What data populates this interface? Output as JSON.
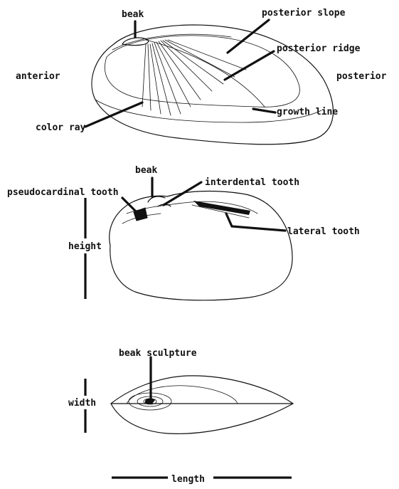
{
  "labels": {
    "top_view": {
      "beak": "beak",
      "posterior_slope": "posterior slope",
      "posterior_ridge": "posterior ridge",
      "anterior": "anterior",
      "posterior": "posterior",
      "growth_line": "growth line",
      "color_ray": "color ray"
    },
    "inner_view": {
      "beak": "beak",
      "interdental_tooth": "interdental tooth",
      "pseudocardinal_tooth": "pseudocardinal tooth",
      "lateral_tooth": "lateral tooth",
      "height": "height"
    },
    "dorsal_view": {
      "beak_sculpture": "beak sculpture",
      "width": "width",
      "length": "length"
    }
  }
}
